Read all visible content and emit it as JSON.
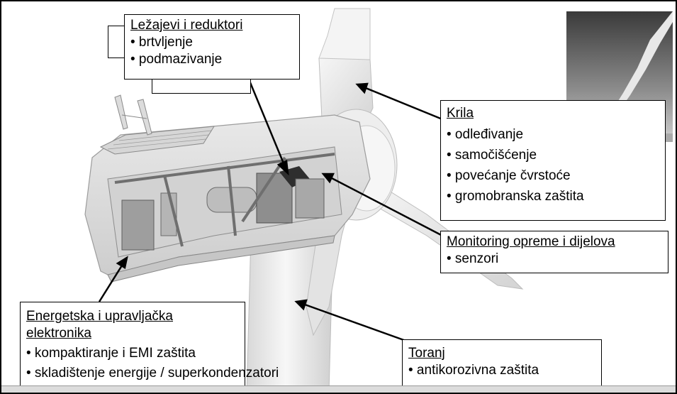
{
  "callouts": {
    "bearings": {
      "title": "Ležajevi i reduktori",
      "items": [
        "• brtvljenje",
        "• podmazivanje"
      ]
    },
    "blades": {
      "title": "Krila",
      "items": [
        "• odleđivanje",
        "• samočišćenje",
        "• povećanje čvrstoće",
        "• gromobranska zaštita"
      ]
    },
    "monitoring": {
      "title": "Monitoring opreme i dijelova",
      "items": [
        "• senzori"
      ]
    },
    "electronics": {
      "title_line1": "Energetska i upravljačka",
      "title_line2": "elektronika",
      "items": [
        "• kompaktiranje i EMI zaštita",
        "• skladištenje energije / superkondenzatori"
      ]
    },
    "tower": {
      "title": "Toranj",
      "items": [
        "• antikorozivna zaštita"
      ]
    }
  },
  "colors": {
    "outline": "#000000",
    "turbine_light": "#f2f2f2",
    "turbine_shade": "#c8c8c8",
    "sky_top": "#3c3c3c",
    "sky_bottom": "#c0c0c0"
  },
  "icons": {
    "photo": "lightning-strike-photo",
    "turbine": "wind-turbine-nacelle-cutaway"
  }
}
